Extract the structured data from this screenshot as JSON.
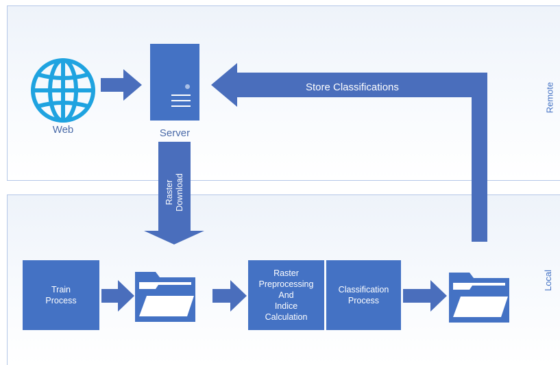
{
  "lanes": {
    "remote": "Remote",
    "local": "Local"
  },
  "nodes": {
    "web": "Web",
    "server": "Server",
    "train": "Train\nProcess",
    "raster": "Raster\nPreprocessing\nAnd\nIndice\nCalculation",
    "classification": "Classification\nProcess"
  },
  "edges": {
    "download": "Raster\nDownload",
    "store": "Store Classifications"
  },
  "icons": [
    "globe-icon",
    "server-icon",
    "folder-icon",
    "folder-icon"
  ],
  "colors": {
    "node_fill": "#4472c4",
    "arrow_fill": "#4a6ebc",
    "globe": "#1fa3e0",
    "lane_border": "#b4c7e7"
  }
}
